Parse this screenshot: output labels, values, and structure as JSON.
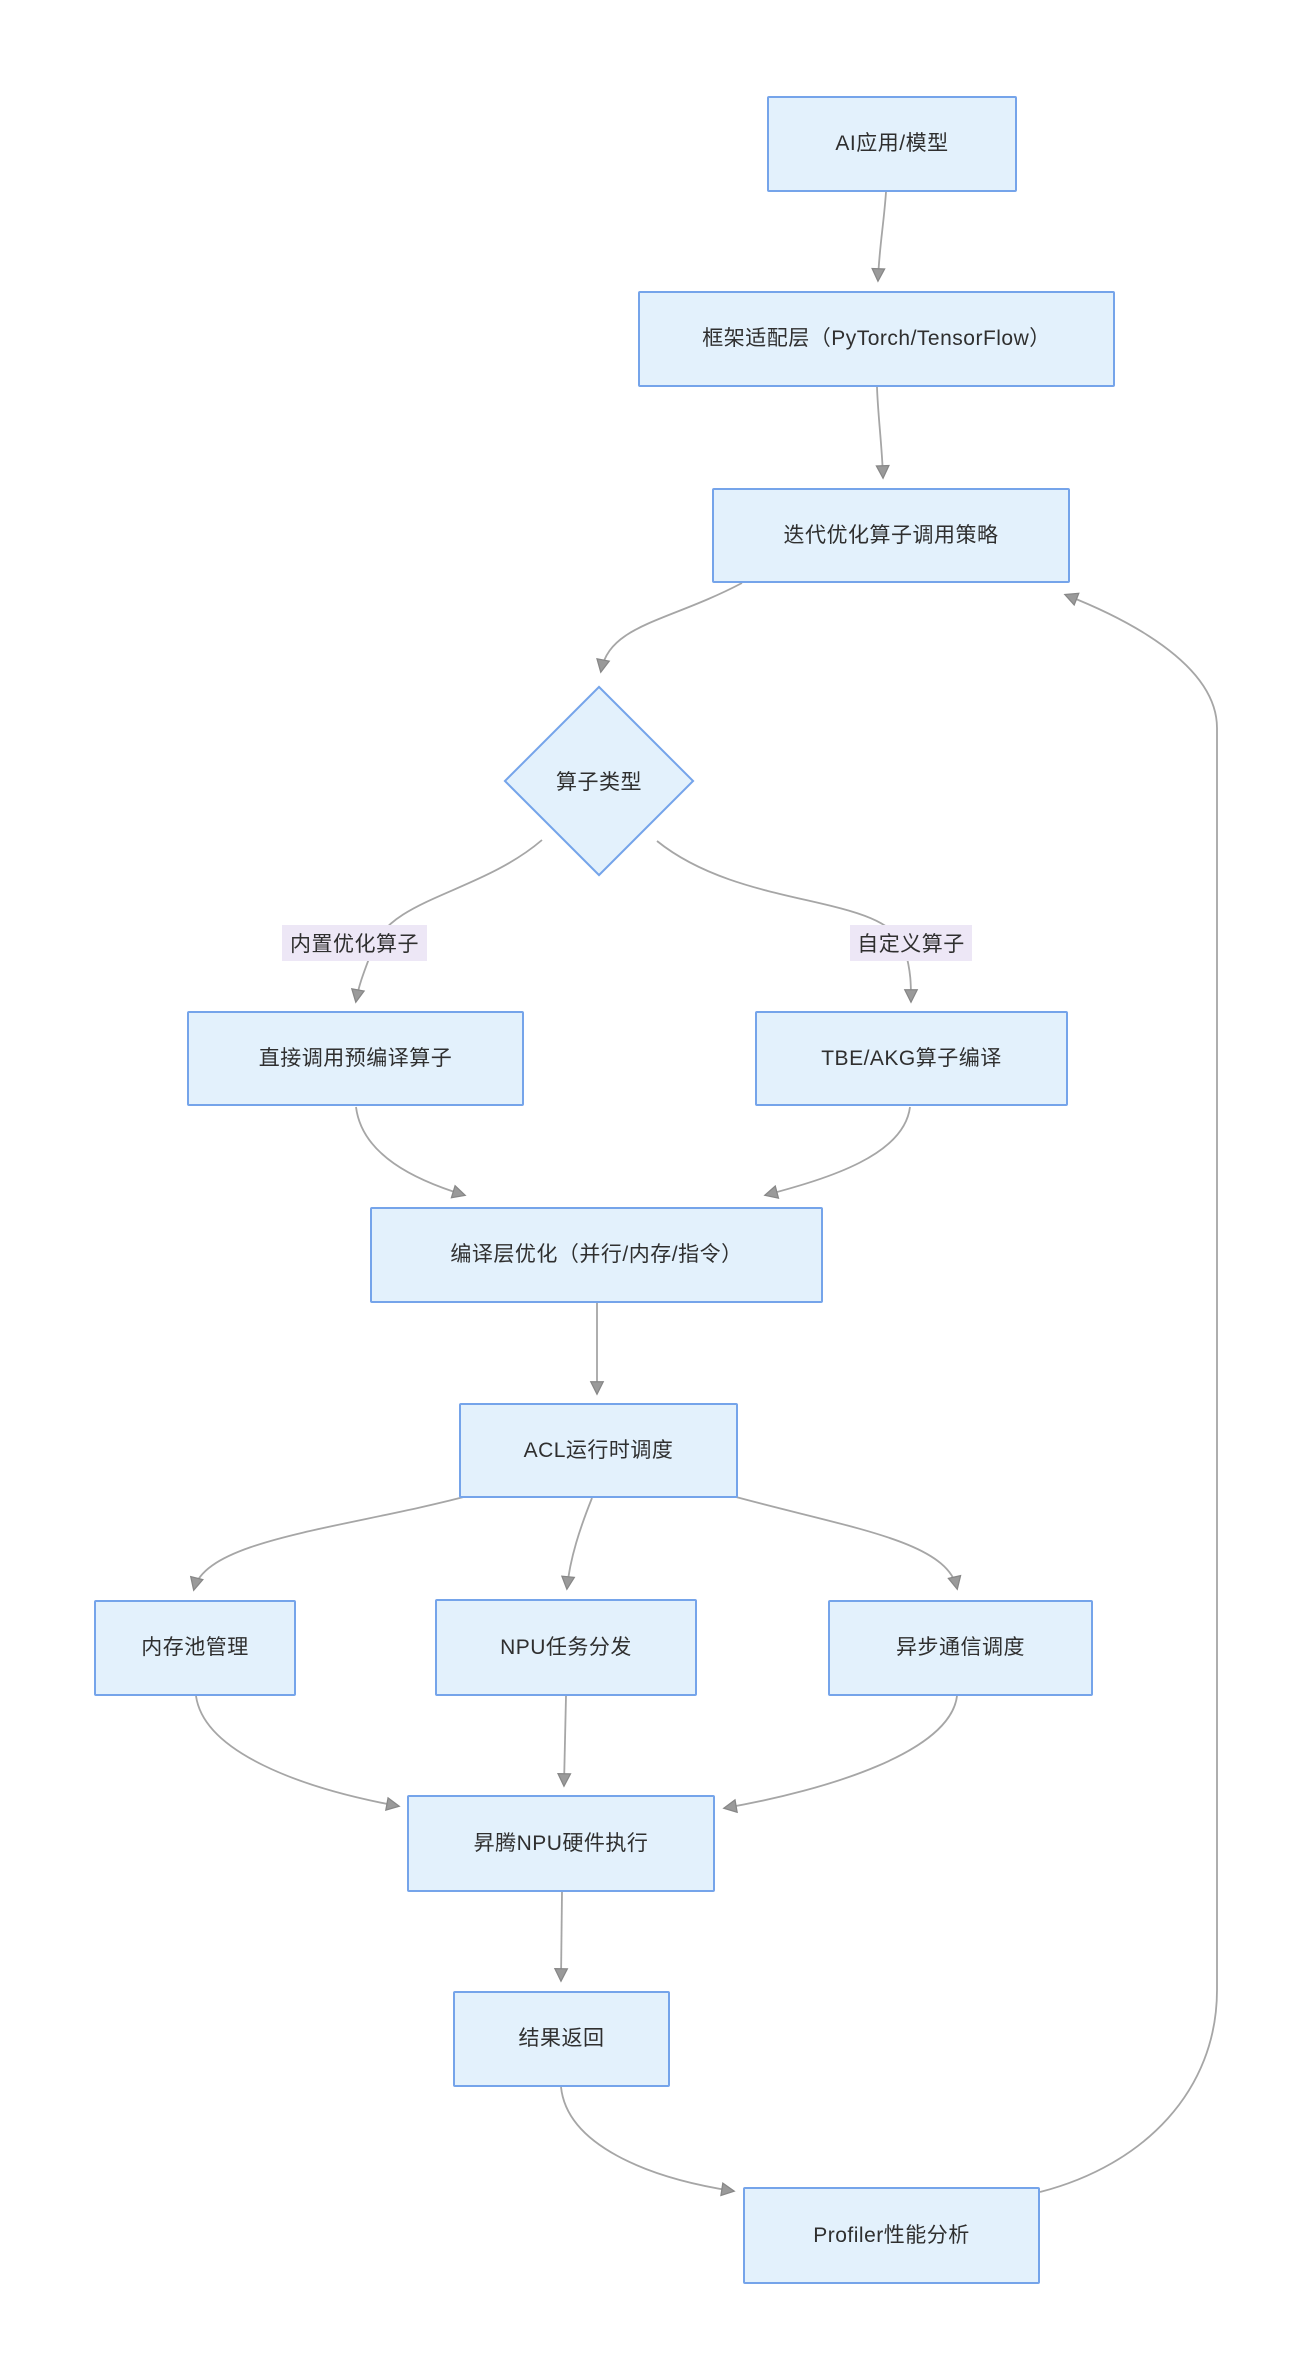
{
  "diagram": {
    "type": "flowchart",
    "direction": "top-down",
    "colors": {
      "background": "#ffffff",
      "node_fill": "#e3f1fc",
      "node_border": "#75a4ea",
      "edge_line": "#a6a6a6",
      "edge_label_background": "#ede7f6",
      "text": "#2f2f2f"
    },
    "nodes": [
      {
        "id": "ai_app",
        "shape": "rect",
        "label": "AI应用/模型"
      },
      {
        "id": "framework",
        "shape": "rect",
        "label": "框架适配层（PyTorch/TensorFlow）"
      },
      {
        "id": "strategy",
        "shape": "rect",
        "label": "迭代优化算子调用策略"
      },
      {
        "id": "op_type",
        "shape": "diamond",
        "label": "算子类型"
      },
      {
        "id": "precompiled",
        "shape": "rect",
        "label": "直接调用预编译算子"
      },
      {
        "id": "tbe",
        "shape": "rect",
        "label": "TBE/AKG算子编译"
      },
      {
        "id": "compile_opt",
        "shape": "rect",
        "label": "编译层优化（并行/内存/指令）"
      },
      {
        "id": "acl",
        "shape": "rect",
        "label": "ACL运行时调度"
      },
      {
        "id": "mem_pool",
        "shape": "rect",
        "label": "内存池管理"
      },
      {
        "id": "npu_dispatch",
        "shape": "rect",
        "label": "NPU任务分发"
      },
      {
        "id": "async_comm",
        "shape": "rect",
        "label": "异步通信调度"
      },
      {
        "id": "npu_exec",
        "shape": "rect",
        "label": "昇腾NPU硬件执行"
      },
      {
        "id": "result",
        "shape": "rect",
        "label": "结果返回"
      },
      {
        "id": "profiler",
        "shape": "rect",
        "label": "Profiler性能分析"
      }
    ],
    "edge_labels": [
      {
        "id": "builtin",
        "label": "内置优化算子"
      },
      {
        "id": "custom",
        "label": "自定义算子"
      }
    ],
    "connections": [
      {
        "from": "ai_app",
        "to": "framework",
        "label": ""
      },
      {
        "from": "framework",
        "to": "strategy",
        "label": ""
      },
      {
        "from": "strategy",
        "to": "op_type",
        "label": ""
      },
      {
        "from": "op_type",
        "to": "precompiled",
        "label": "内置优化算子"
      },
      {
        "from": "op_type",
        "to": "tbe",
        "label": "自定义算子"
      },
      {
        "from": "precompiled",
        "to": "compile_opt",
        "label": ""
      },
      {
        "from": "tbe",
        "to": "compile_opt",
        "label": ""
      },
      {
        "from": "compile_opt",
        "to": "acl",
        "label": ""
      },
      {
        "from": "acl",
        "to": "mem_pool",
        "label": ""
      },
      {
        "from": "acl",
        "to": "npu_dispatch",
        "label": ""
      },
      {
        "from": "acl",
        "to": "async_comm",
        "label": ""
      },
      {
        "from": "mem_pool",
        "to": "npu_exec",
        "label": ""
      },
      {
        "from": "npu_dispatch",
        "to": "npu_exec",
        "label": ""
      },
      {
        "from": "async_comm",
        "to": "npu_exec",
        "label": ""
      },
      {
        "from": "npu_exec",
        "to": "result",
        "label": ""
      },
      {
        "from": "result",
        "to": "profiler",
        "label": ""
      },
      {
        "from": "profiler",
        "to": "strategy",
        "label": ""
      }
    ]
  }
}
